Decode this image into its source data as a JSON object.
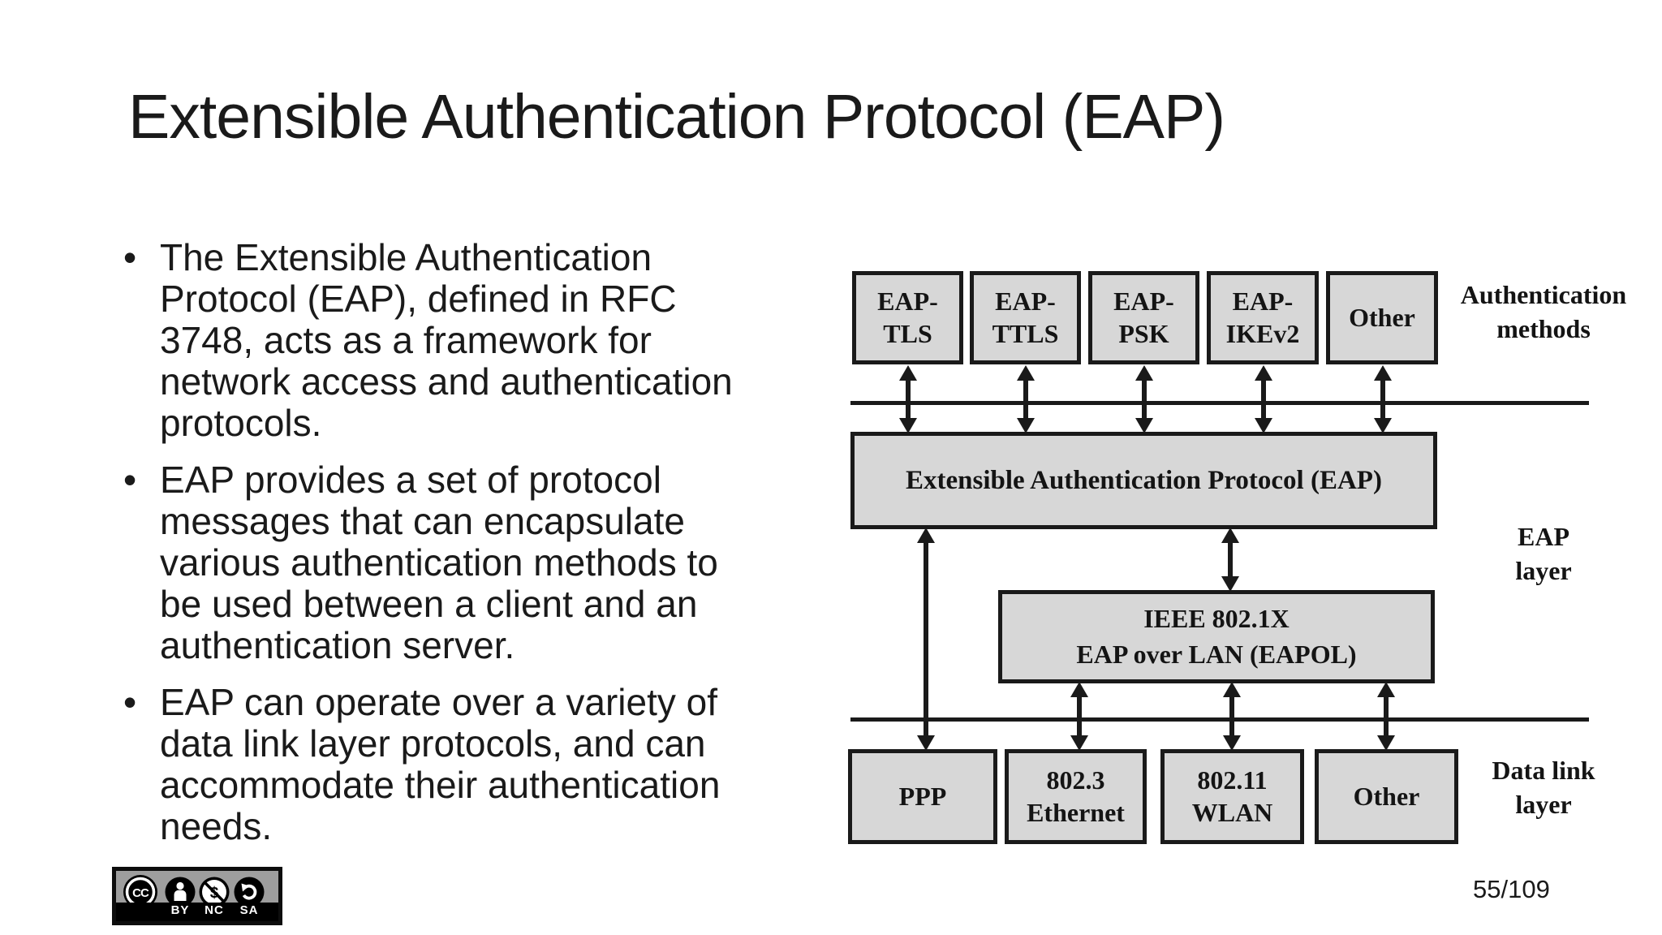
{
  "slide": {
    "title": "Extensible Authentication Protocol (EAP)",
    "bullets": [
      "The Extensible Authentication\nProtocol (EAP), defined in RFC\n3748, acts as a framework for\nnetwork access and authentication\nprotocols.",
      "EAP provides a set of protocol\nmessages that can encapsulate\nvarious authentication methods to\nbe used between a client and an\nauthentication server.",
      "EAP can operate over a variety of\ndata link layer protocols, and can\naccommodate their authentication\nneeds."
    ],
    "page_number": "55/109"
  },
  "diagram": {
    "layer_labels": {
      "auth_methods": "Authentication\nmethods",
      "eap": "EAP\nlayer",
      "data_link": "Data link\nlayer"
    },
    "auth_method_boxes": [
      "EAP-\nTLS",
      "EAP-\nTTLS",
      "EAP-\nPSK",
      "EAP-\nIKEv2",
      "Other"
    ],
    "eap_box": "Extensible Authentication Protocol (EAP)",
    "eapol_box": "IEEE 802.1X\nEAP over LAN (EAPOL)",
    "data_link_boxes": [
      "PPP",
      "802.3\nEthernet",
      "802.11\nWLAN",
      "Other"
    ],
    "colors": {
      "box_fill": "#d7d7d7",
      "stroke": "#1a1a1a",
      "badge_gray": "#9e9e9e"
    }
  },
  "license": {
    "cc_text": "CC",
    "labels": [
      "BY",
      "NC",
      "SA"
    ]
  }
}
